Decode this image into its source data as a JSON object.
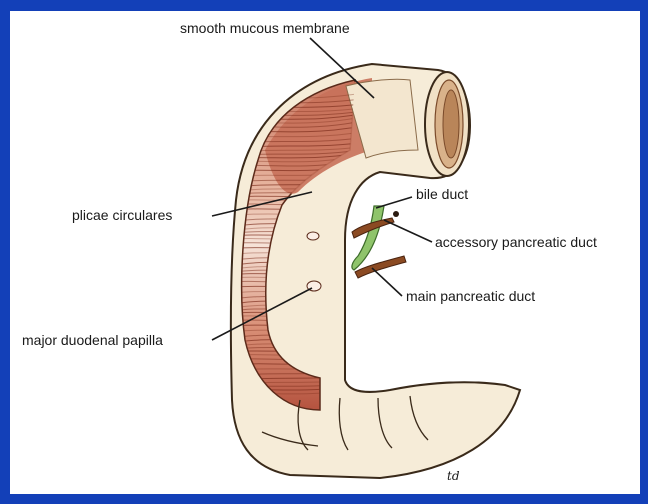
{
  "labels": {
    "smooth_mucous_membrane": "smooth mucous membrane",
    "plicae_circulares": "plicae circulares",
    "major_duodenal_papilla": "major duodenal papilla",
    "bile_duct": "bile duct",
    "accessory_pancreatic_duct": "accessory pancreatic duct",
    "main_pancreatic_duct": "main pancreatic duct"
  },
  "signature": "td",
  "colors": {
    "frame": "#1340b8",
    "wall": "#f6ecd8",
    "mucosa_dark": "#b5533f",
    "mucosa_light": "#f2ddd0",
    "bile_duct": "#8fc46b",
    "pancreatic_duct": "#8b4a22"
  }
}
